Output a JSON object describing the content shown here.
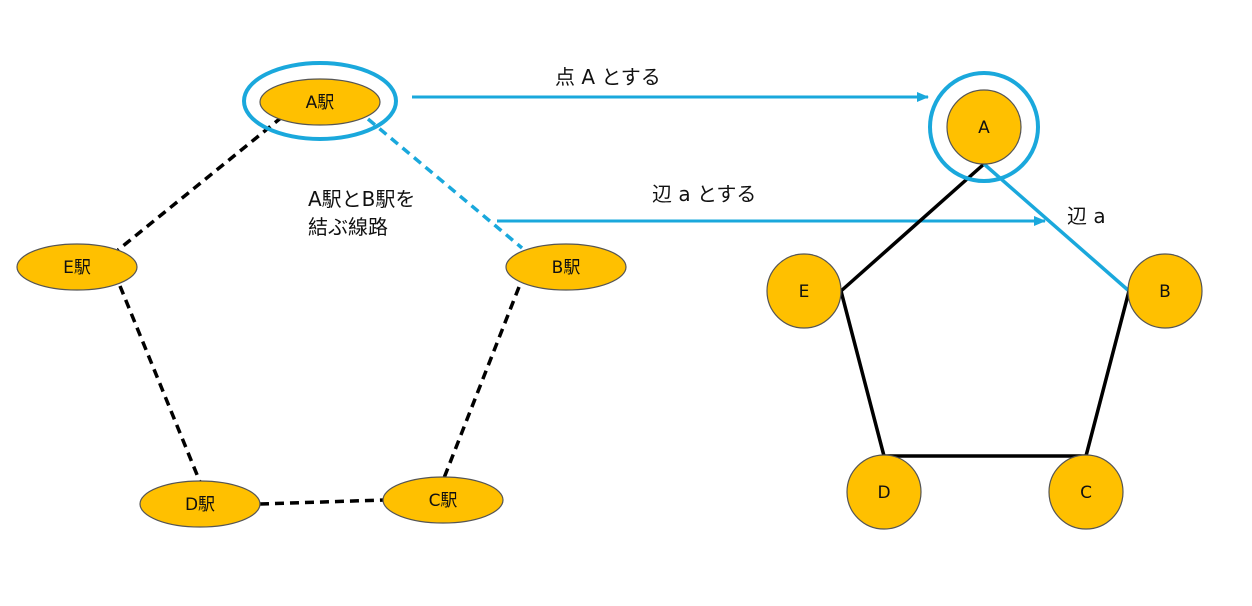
{
  "colors": {
    "node_fill": "#ffc000",
    "node_stroke": "#555555",
    "accent": "#1aa8dc",
    "edge": "#000000"
  },
  "stations": {
    "a": "A駅",
    "b": "B駅",
    "c": "C駅",
    "d": "D駅",
    "e": "E駅"
  },
  "graph": {
    "a": "A",
    "b": "B",
    "c": "C",
    "d": "D",
    "e": "E"
  },
  "annotations": {
    "track_line1": "A駅とB駅を",
    "track_line2": "結ぶ線路",
    "point_label": "点 A とする",
    "edge_label": "辺 a とする",
    "edge_name": "辺 a"
  }
}
